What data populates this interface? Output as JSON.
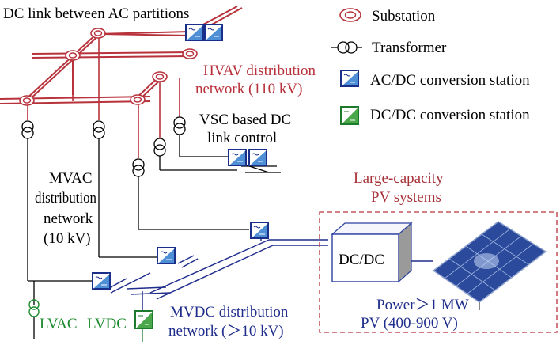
{
  "title": "DC link between AC partitions",
  "legend": {
    "substation": "Substation",
    "transformer": "Transformer",
    "acdc": "AC/DC conversion station",
    "dcdc": "DC/DC conversion station"
  },
  "labels": {
    "hvav_line1": "HVAV distribution",
    "hvav_line2": "network (110 kV)",
    "vsc_line1": "VSC based DC",
    "vsc_line2": "link control",
    "mvac_line1": "MVAC",
    "mvac_line2": "distribution",
    "mvac_line3": "network",
    "mvac_line4": "(10 kV)",
    "pv_title_line1": "Large-capacity",
    "pv_title_line2": "PV systems",
    "dcdc_box": "DC/DC",
    "power_line1": "Power＞1 MW",
    "power_line2": "PV (400-900 V)",
    "mvdc_line1": "MVDC distribution",
    "mvdc_line2": "network (＞10 kV)",
    "lvac": "LVAC",
    "lvdc": "LVDC"
  },
  "colors": {
    "hv_red": "#b8323c",
    "black": "#000000",
    "dc_blue": "#1f2d8c",
    "station_blue": "#1a2f8a",
    "station_green": "#1d7a2a",
    "pv_red_text": "#a8323a",
    "lv_green": "#1e8a2e"
  }
}
